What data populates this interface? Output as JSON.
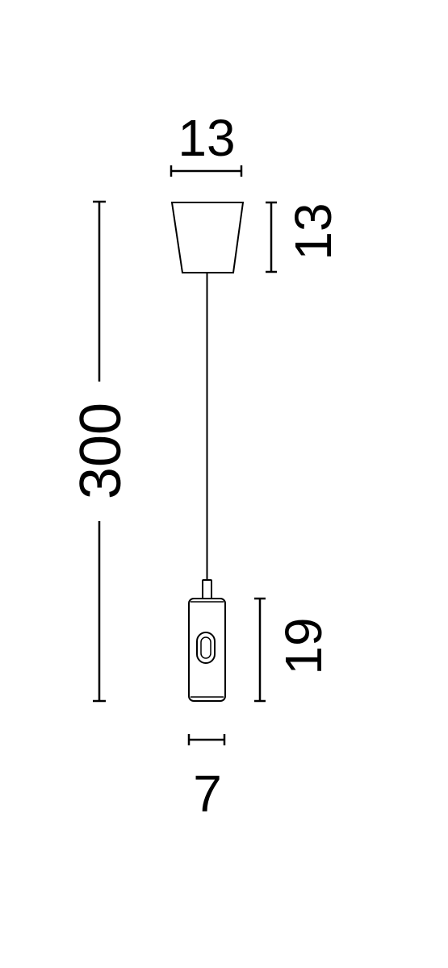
{
  "dimensions": {
    "canopy_width": "13",
    "canopy_height": "13",
    "total_height": "300",
    "body_height": "19",
    "body_width": "7"
  },
  "colors": {
    "line": "#000000",
    "background": "#ffffff"
  }
}
